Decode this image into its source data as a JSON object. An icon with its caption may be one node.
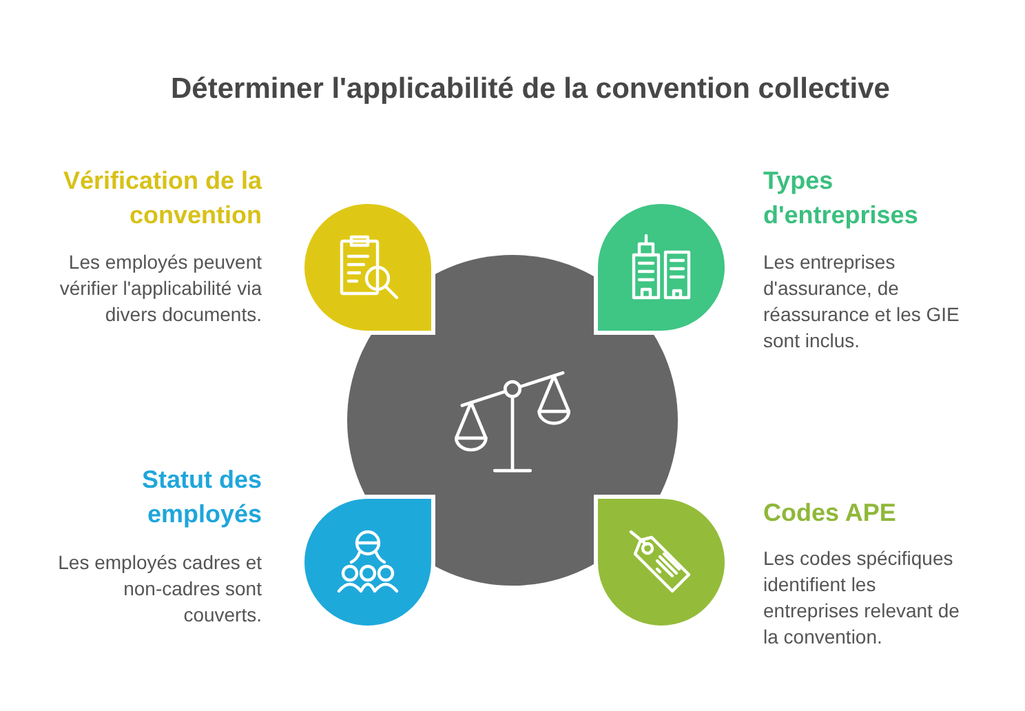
{
  "diagram": {
    "title": "Déterminer l'applicabilité de la convention collective",
    "nodes": [
      {
        "text": [
          "Vérification de la convention",
          "Les employés peuvent vérifier l'applicabilité via divers documents."
        ]
      },
      {
        "text": [
          "Types d'entreprises",
          "Les entreprises d'assurance, de réassurance et les GIE sont inclus."
        ]
      },
      {
        "text": [],
        "shape": "circle"
      },
      {
        "text": [
          "Statut des employés",
          "Les employés cadres et non-cadres sont couverts."
        ]
      },
      {
        "text": [
          "Codes APE",
          "Les codes spécifiques identifient les entreprises relevant de la convention."
        ]
      }
    ]
  }
}
